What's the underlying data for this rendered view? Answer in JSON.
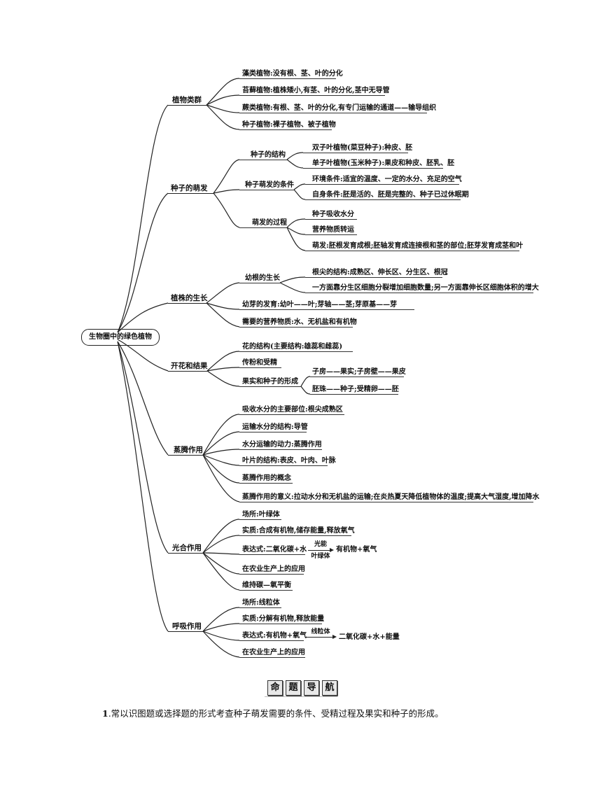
{
  "mindmap": {
    "root": "生物圈中的绿色植物",
    "branches": [
      {
        "label": "植物类群",
        "items": [
          "藻类植物:没有根、茎、叶的分化",
          "苔藓植物:植株矮小,有茎、叶的分化,茎中无导管",
          "蕨类植物:有根、茎、叶的分化,有专门运输的通道——输导组织",
          "种子植物:裸子植物、被子植物"
        ]
      },
      {
        "label": "种子的萌发",
        "groups": [
          {
            "label": "种子的结构",
            "items": [
              "双子叶植物(菜豆种子):种皮、胚",
              "单子叶植物(玉米种子):果皮和种皮、胚乳、胚"
            ]
          },
          {
            "label": "种子萌发的条件",
            "items": [
              "环境条件:适宜的温度、一定的水分、充足的空气",
              "自身条件:胚是活的、胚是完整的、种子已过休眠期"
            ]
          },
          {
            "label": "萌发的过程",
            "items": [
              "种子吸收水分",
              "营养物质转运",
              "萌发:胚根发育成根;胚轴发育成连接根和茎的部位;胚芽发育成茎和叶"
            ]
          }
        ]
      },
      {
        "label": "植株的生长",
        "groups": [
          {
            "label": "幼根的生长",
            "items": [
              "根尖的结构:成熟区、伸长区、分生区、根冠",
              "一方面靠分生区细胞分裂增加细胞数量;另一方面靠伸长区细胞体积的增大"
            ]
          }
        ],
        "items": [
          "幼芽的发育:幼叶——叶;芽轴——茎;芽原基——芽",
          "需要的营养物质:水、无机盐和有机物"
        ]
      },
      {
        "label": "开花和结果",
        "items": [
          "花的结构(主要结构:雄蕊和雌蕊)",
          "传粉和受精"
        ],
        "groups": [
          {
            "label": "果实和种子的形成",
            "items": [
              "子房——果实;子房壁——果皮",
              "胚珠——种子;受精卵——胚"
            ]
          }
        ]
      },
      {
        "label": "蒸腾作用",
        "items": [
          "吸收水分的主要部位:根尖成熟区",
          "运输水分的结构:导管",
          "水分运输的动力:蒸腾作用",
          "叶片的结构:表皮、叶肉、叶脉",
          "蒸腾作用的概念",
          "蒸腾作用的意义:拉动水分和无机盐的运输;在炎热夏天降低植物体的温度;提高大气湿度,增加降水"
        ]
      },
      {
        "label": "光合作用",
        "items": [
          "场所:叶绿体",
          "实质:合成有机物,储存能量,释放氧气"
        ],
        "formula": {
          "prefix": "表达式:二氧化碳+水",
          "above": "光能",
          "below": "叶绿体",
          "suffix": "有机物+氧气"
        },
        "items_after": [
          "在农业生产上的应用",
          "维持碳—氧平衡"
        ]
      },
      {
        "label": "呼吸作用",
        "items": [
          "场所:线粒体",
          "实质:分解有机物,释放能量"
        ],
        "formula": {
          "prefix": "表达式:有机物+氧气",
          "above": "线粒体",
          "suffix": "二氧化碳+水+能量"
        },
        "items_after": [
          "在农业生产上的应用"
        ]
      }
    ]
  },
  "nav": {
    "chars": [
      "命",
      "题",
      "导",
      "航"
    ]
  },
  "note": {
    "num": "1",
    "text": ".常以识图题或选择题的形式考查种子萌发需要的条件、受精过程及果实和种子的形成。"
  }
}
